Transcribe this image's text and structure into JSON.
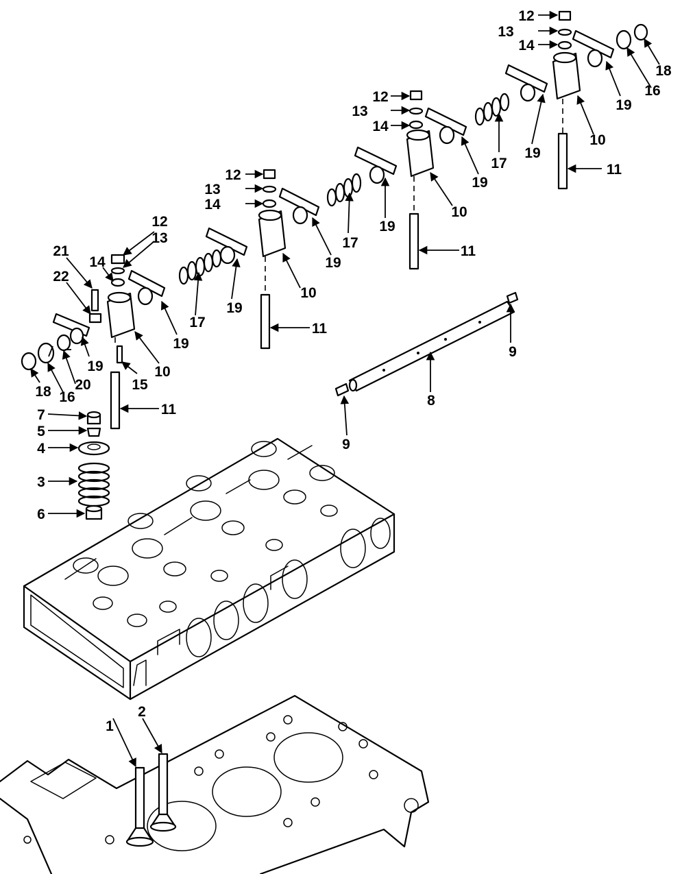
{
  "callouts": {
    "c1": "1",
    "c2": "2",
    "c3": "3",
    "c4": "4",
    "c5": "5",
    "c6": "6",
    "c7": "7",
    "c8": "8",
    "c9a": "9",
    "c9b": "9",
    "c10a": "10",
    "c10b": "10",
    "c10c": "10",
    "c10d": "10",
    "c11a": "11",
    "c11b": "11",
    "c11c": "11",
    "c11d": "11",
    "c12a": "12",
    "c12b": "12",
    "c12c": "12",
    "c12d": "12",
    "c13a": "13",
    "c13b": "13",
    "c13c": "13",
    "c13d": "13",
    "c14a": "14",
    "c14b": "14",
    "c14c": "14",
    "c14d": "14",
    "c15": "15",
    "c16a": "16",
    "c16b": "16",
    "c17a": "17",
    "c17b": "17",
    "c17c": "17",
    "c18a": "18",
    "c18b": "18",
    "c19a": "19",
    "c19b": "19",
    "c19c": "19",
    "c19d": "19",
    "c19e": "19",
    "c19f": "19",
    "c19g": "19",
    "c19h": "19",
    "c20": "20",
    "c21": "21",
    "c22": "22"
  }
}
